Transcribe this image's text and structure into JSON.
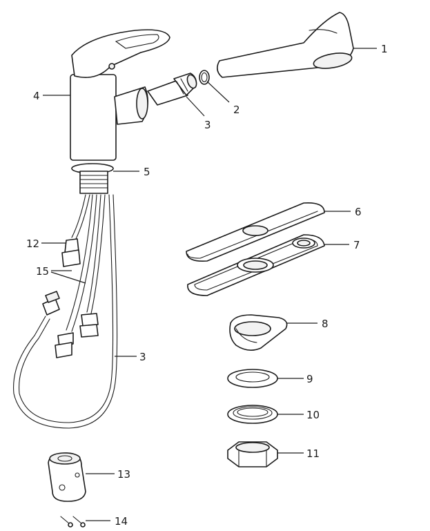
{
  "callouts": [
    {
      "id": "1",
      "text": "1"
    },
    {
      "id": "2",
      "text": "2"
    },
    {
      "id": "3a",
      "text": "3"
    },
    {
      "id": "4",
      "text": "4"
    },
    {
      "id": "5",
      "text": "5"
    },
    {
      "id": "6",
      "text": "6"
    },
    {
      "id": "7",
      "text": "7"
    },
    {
      "id": "12",
      "text": "12"
    },
    {
      "id": "15",
      "text": "15"
    },
    {
      "id": "3b",
      "text": "3"
    },
    {
      "id": "8",
      "text": "8"
    },
    {
      "id": "9",
      "text": "9"
    },
    {
      "id": "10",
      "text": "10"
    },
    {
      "id": "11",
      "text": "11"
    },
    {
      "id": "13",
      "text": "13"
    },
    {
      "id": "14",
      "text": "14"
    }
  ]
}
